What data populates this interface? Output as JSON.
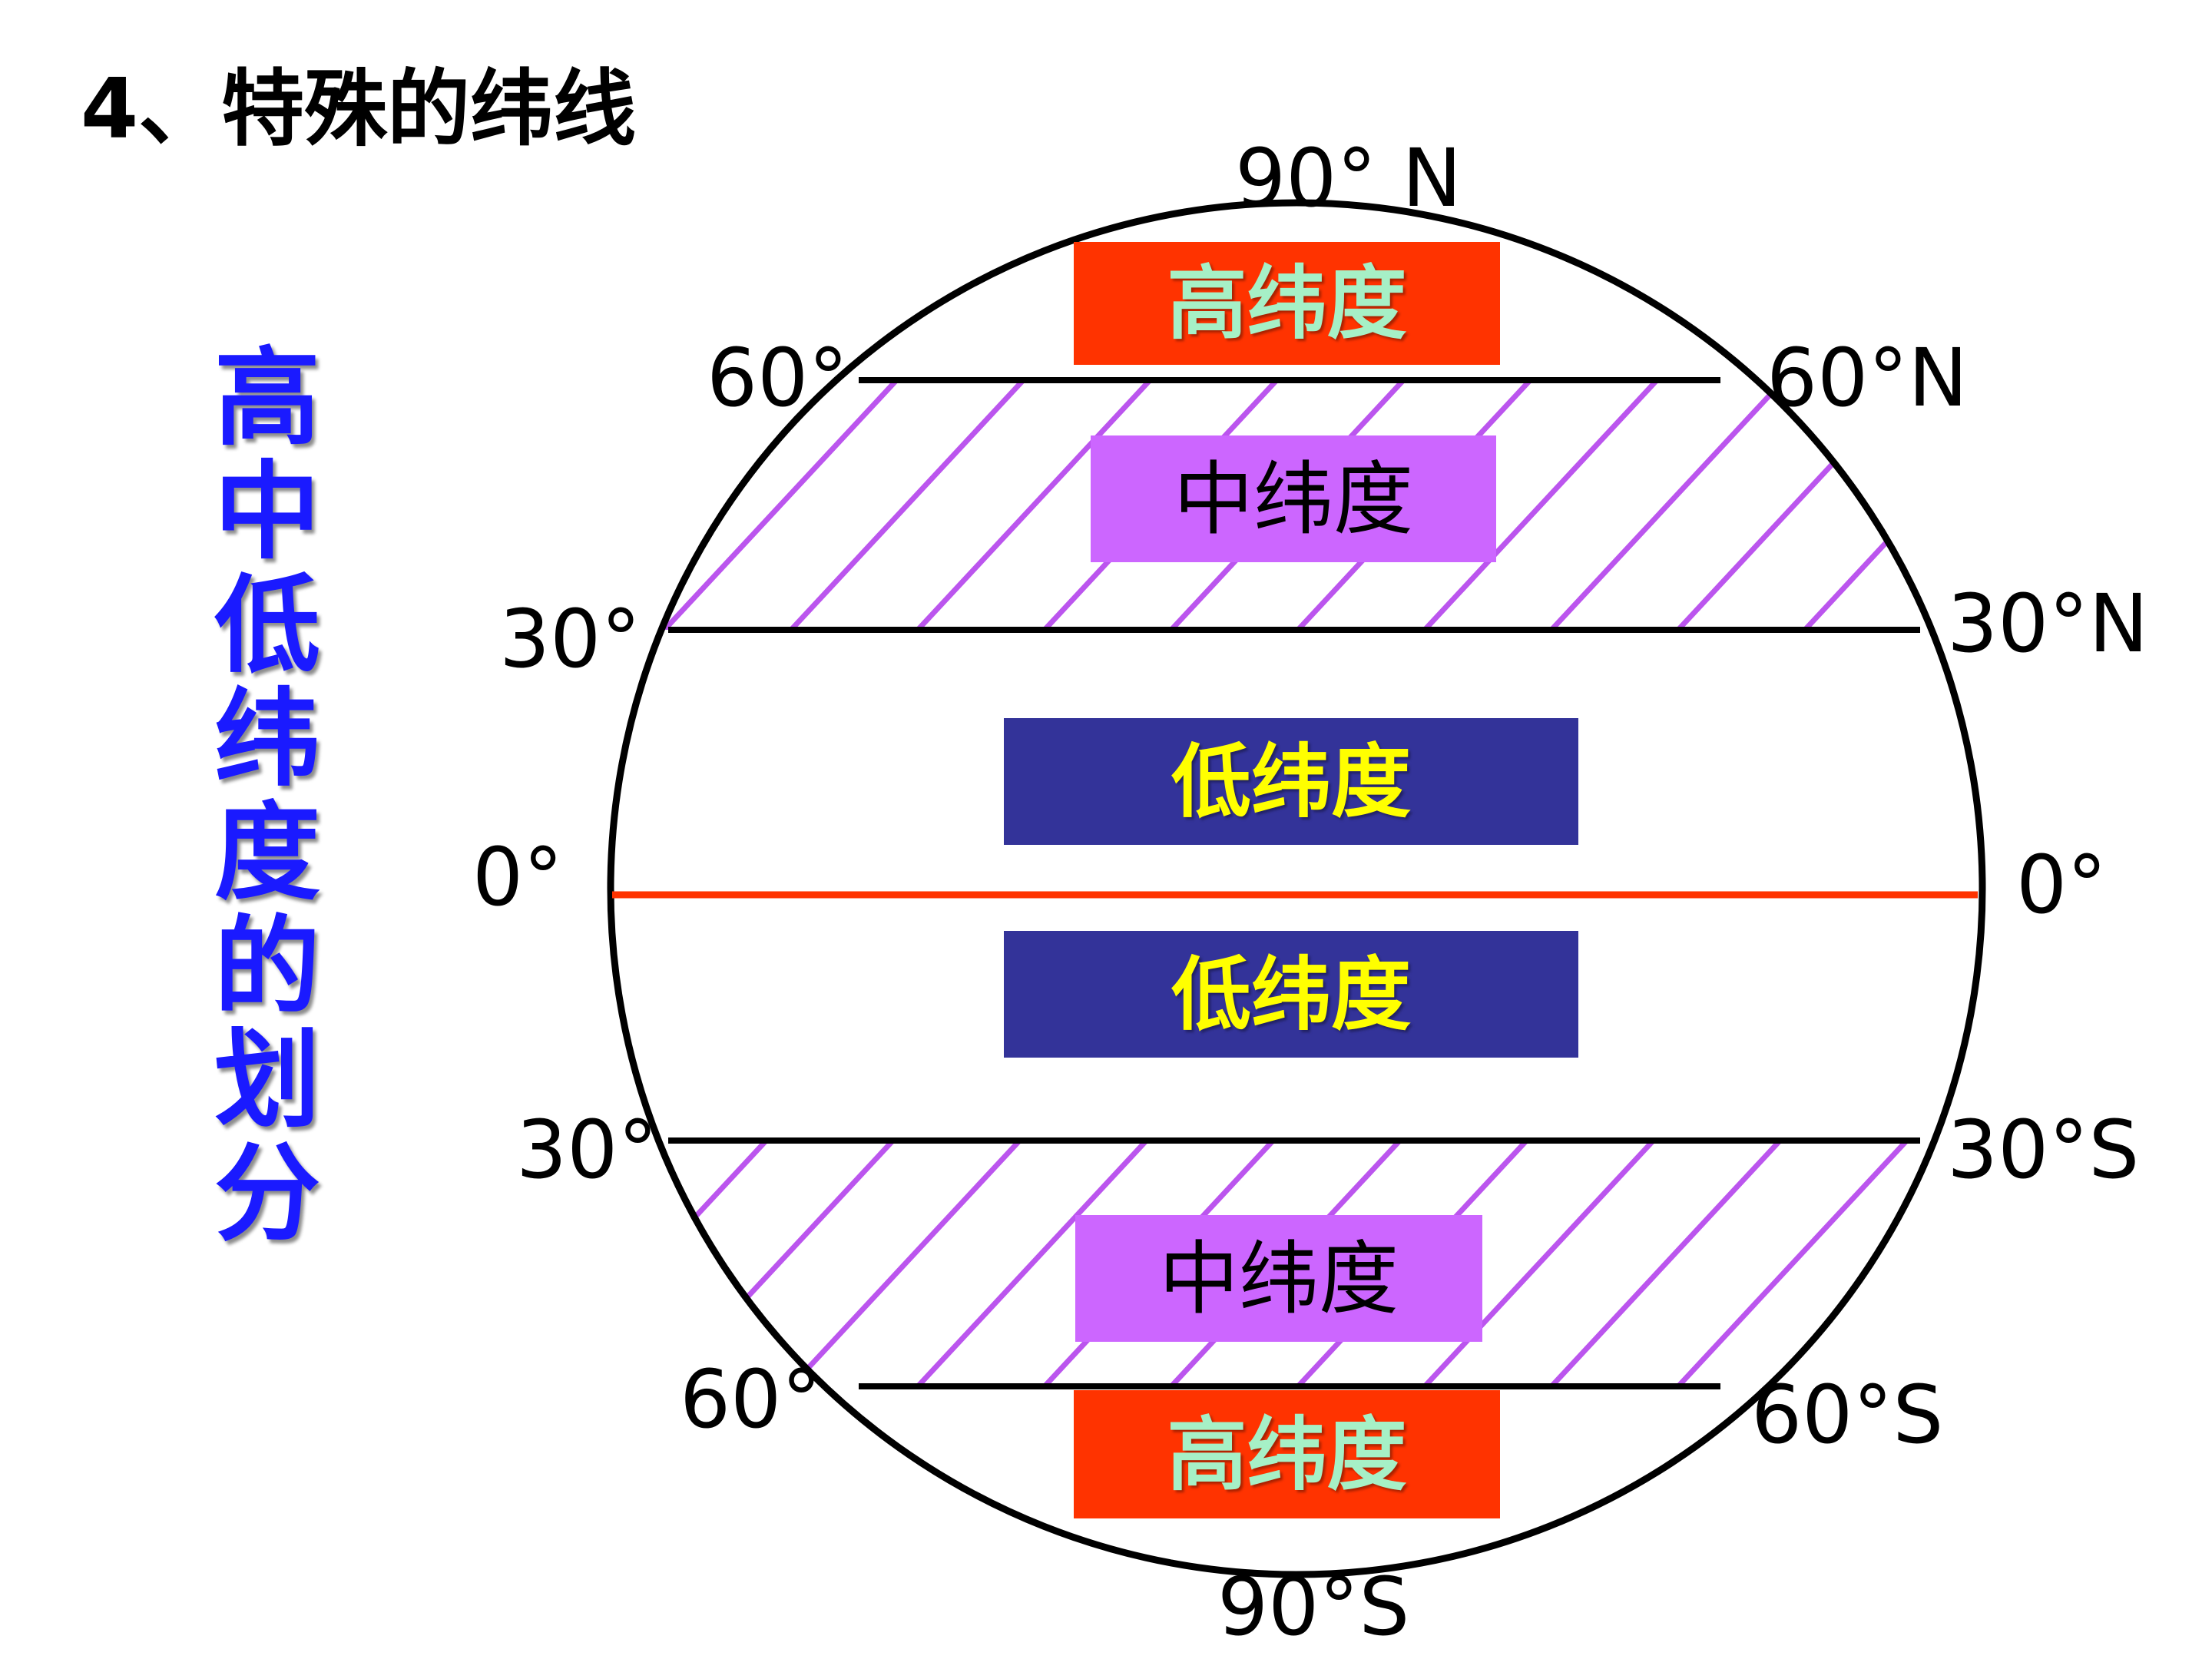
{
  "title": "4、特殊的纬线",
  "side_title": "高中低纬度的划分",
  "labels": {
    "n90": "90° N",
    "s90": "90°S",
    "n60_left": "60°",
    "n60_right": "60°N",
    "n30_left": "30°",
    "n30_right": "30°N",
    "eq_left": "0°",
    "eq_right": "0°",
    "s30_left": "30°",
    "s30_right": "30°S",
    "s60_left": "60°",
    "s60_right": "60°S"
  },
  "zones": {
    "high_north": "高纬度",
    "mid_north": "中纬度",
    "low_north": "低纬度",
    "low_south": "低纬度",
    "mid_south": "中纬度",
    "high_south": "高纬度"
  },
  "colors": {
    "high_zone": "#ff3300",
    "high_text": "#a6f0c6",
    "mid_zone": "#cc66ff",
    "low_zone": "#333399",
    "low_text": "#ffff00",
    "hatch": "#bb55ee",
    "equator": "#ff3300",
    "side_title": "#1a1aff"
  }
}
